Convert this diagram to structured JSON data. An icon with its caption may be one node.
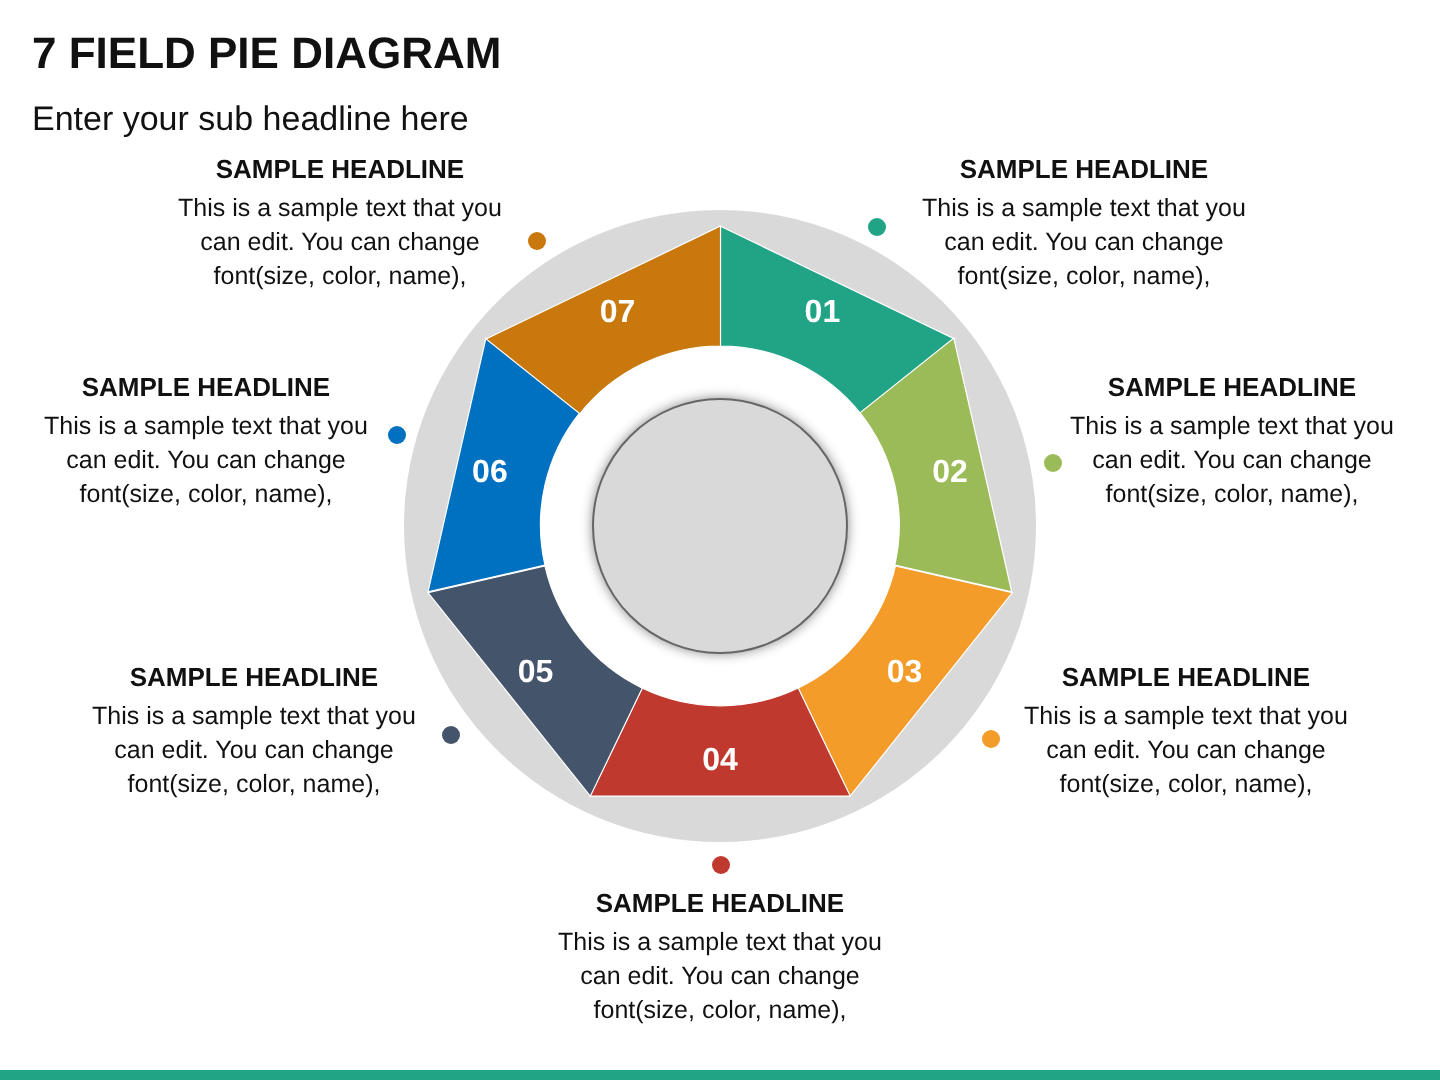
{
  "diagram": {
    "title": "7 FIELD PIE DIAGRAM",
    "nodes": [
      {
        "text": [
          "01"
        ]
      },
      {
        "text": [
          "02"
        ]
      },
      {
        "text": [
          "03"
        ]
      },
      {
        "text": [
          "04"
        ]
      },
      {
        "text": [
          "05"
        ]
      },
      {
        "text": [
          "06"
        ]
      },
      {
        "text": [
          "07"
        ]
      },
      {
        "text": [],
        "shape": "circle"
      }
    ],
    "edges": [],
    "labels": [
      "Enter your sub headline here",
      "SAMPLE HEADLINE",
      "This is a sample text that you can edit. You can change font(size, color, name),",
      "SAMPLE HEADLINE",
      "This is a sample text that you can edit. You can change font(size, color, name),",
      "SAMPLE HEADLINE",
      "This is a sample text that you can edit. You can change font(size, color, name),",
      "SAMPLE HEADLINE",
      "This is a sample text that you can edit. You can change font(size, color, name),",
      "SAMPLE HEADLINE",
      "This is a sample text that you can edit. You can change font(size, color, name),",
      "SAMPLE HEADLINE",
      "This is a sample text that you can edit. You can change font(size, color, name),",
      "SAMPLE HEADLINE",
      "This is a sample text that you can edit. You can change font(size, color, name),"
    ]
  }
}
